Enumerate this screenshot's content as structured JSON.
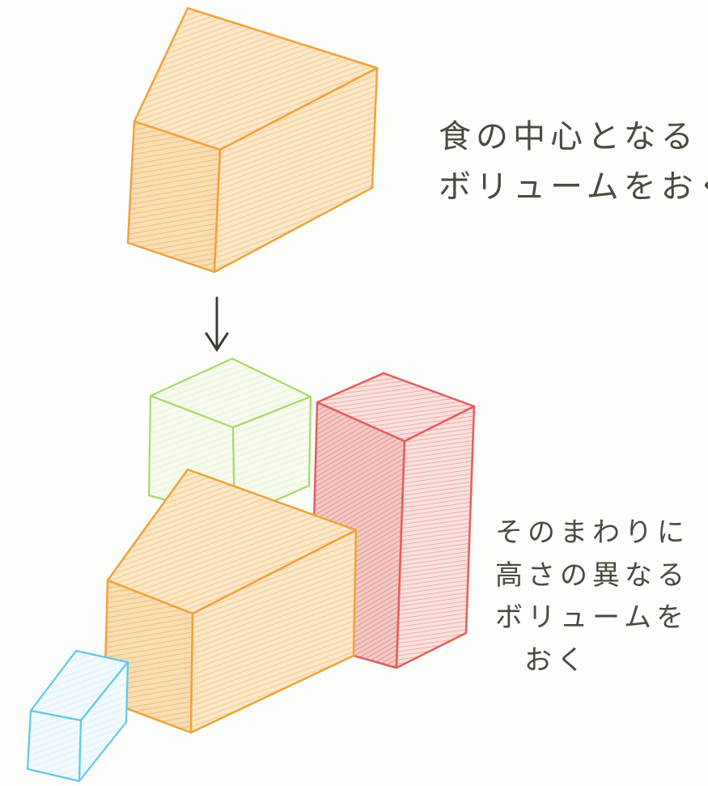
{
  "caption_top": {
    "line1": "食の中心となる",
    "line2": "ボリュームをおく"
  },
  "caption_bottom": {
    "line1": "そのまわりに",
    "line2": "高さの異なる",
    "line3": "ボリュームを",
    "line4": "おく"
  },
  "colors": {
    "orange": "#f0a23a",
    "orange_fill": "#fbe2bd",
    "green": "#a8d86a",
    "green_fill": "#f4fae9",
    "red": "#e35d5d",
    "red_fill": "#f8d9d6",
    "blue": "#5fc8e6",
    "blue_fill": "#eef9fc",
    "arrow": "#3c3c34"
  }
}
